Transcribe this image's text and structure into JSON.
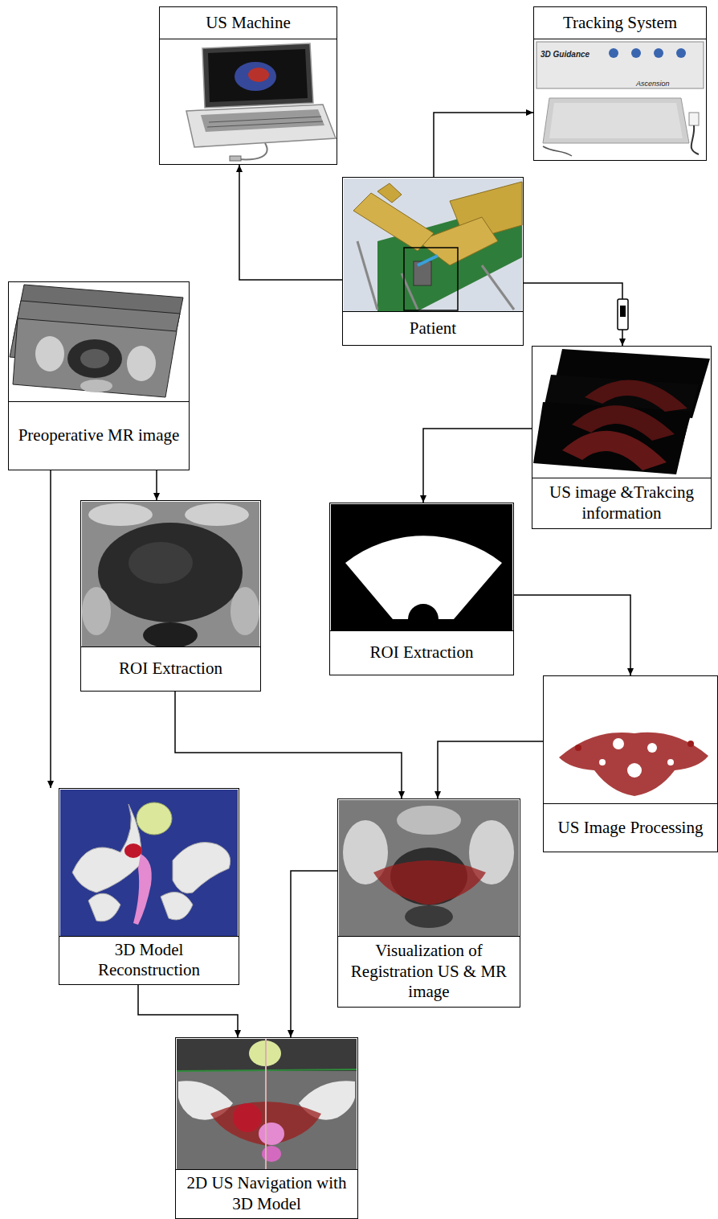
{
  "diagram": {
    "nodes": [
      {
        "text": [
          "US Machine"
        ]
      },
      {
        "text": [
          "Tracking System"
        ]
      },
      {
        "text": [
          "Patient"
        ]
      },
      {
        "text": [
          "Preoperative MR image"
        ]
      },
      {
        "text": [
          "US image &Trakcing information"
        ]
      },
      {
        "text": [
          "ROI Extraction"
        ]
      },
      {
        "text": [
          "ROI Extraction"
        ]
      },
      {
        "text": [
          "US Image Processing"
        ]
      },
      {
        "text": [
          "3D Model Reconstruction"
        ]
      },
      {
        "text": [
          "Visualization of Registration US & MR image"
        ]
      },
      {
        "text": [
          "2D US Navigation with 3D Model"
        ]
      }
    ],
    "edges": [
      {
        "from": 2,
        "to": 0,
        "arrow": "to"
      },
      {
        "from": 2,
        "to": 1,
        "arrow": "to"
      },
      {
        "from": 2,
        "to": 4,
        "arrow": "to"
      },
      {
        "from": 4,
        "to": 6,
        "arrow": "to"
      },
      {
        "from": 3,
        "to": 5,
        "arrow": "to"
      },
      {
        "from": 3,
        "to": 8,
        "arrow": "to"
      },
      {
        "from": 6,
        "to": 7,
        "arrow": "to"
      },
      {
        "from": 5,
        "to": 9,
        "arrow": "to"
      },
      {
        "from": 7,
        "to": 9,
        "arrow": "to"
      },
      {
        "from": 9,
        "to": 10,
        "arrow": "to"
      },
      {
        "from": 8,
        "to": 10,
        "arrow": "to"
      }
    ],
    "labels": [
      "3D Guidance",
      "Ascension"
    ]
  }
}
